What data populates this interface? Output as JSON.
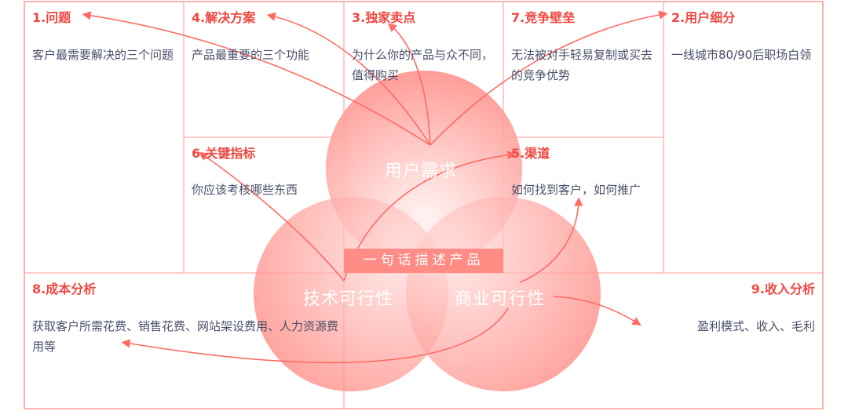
{
  "blocks": [
    {
      "title": "1.问题",
      "desc": "客户最需要解决的三个问题"
    },
    {
      "title": "4.解决方案",
      "desc": "产品最重要的三个功能"
    },
    {
      "title": "3.独家卖点",
      "desc": "为什么你的产品与众不同，值得购买"
    },
    {
      "title": "7.竞争壁垒",
      "desc": "无法被对手轻易复制或买去的竞争优势"
    },
    {
      "title": "2.用户细分",
      "desc": "一线城市80/90后职场白领"
    },
    {
      "title": "6.关键指标",
      "desc": "你应该考核哪些东西"
    },
    {
      "title": "5.渠道",
      "desc": "如何找到客户，如何推广"
    },
    {
      "title": "8.成本分析",
      "desc": "获取客户所需花费、销售花费、网站架设费用、人力资源费用等"
    },
    {
      "title": "9.收入分析",
      "desc": "盈利模式、收入、毛利"
    }
  ],
  "venn": {
    "top": "用户需求",
    "left": "技术可行性",
    "right": "商业可行性",
    "center_label": "一句话描述产品"
  },
  "colors": {
    "accent": "#f0473f",
    "grid": "#ff8a80",
    "circle": "#ff8a84",
    "text": "#4a4f6a"
  }
}
